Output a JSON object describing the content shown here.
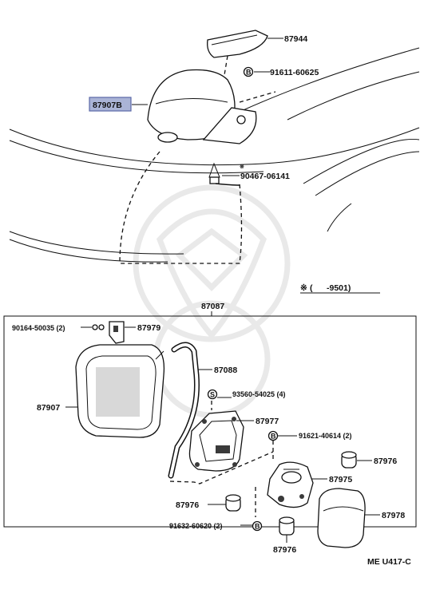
{
  "upper_view": {
    "callouts": {
      "p87944": "87944",
      "p91611": "91611-60625",
      "p87907B": "87907B",
      "p90467": "90467-06141",
      "range": "(      -9501)"
    },
    "symbols": {
      "bolt_b": "B",
      "note_mark": "※"
    }
  },
  "lower_view": {
    "assembly": "87087",
    "callouts": {
      "p90164": "90164-50035 (2)",
      "p87979": "87979",
      "p87088": "87088",
      "p87907": "87907",
      "p93560": "93560-54025 (4)",
      "p87977": "87977",
      "p91621": "91621-40614 (2)",
      "p87976a": "87976",
      "p87975": "87975",
      "p87976b": "87976",
      "p87978": "87978",
      "p91632": "91632-60620 (2)",
      "p87976c": "87976"
    },
    "symbols": {
      "screw_s": "S",
      "bolt_b1": "B",
      "bolt_b2": "B"
    }
  },
  "footer": {
    "code": "ME U417-C"
  },
  "colors": {
    "highlight_fill": "#aab4d6",
    "highlight_border": "#5a68a8",
    "ink": "#111111"
  }
}
